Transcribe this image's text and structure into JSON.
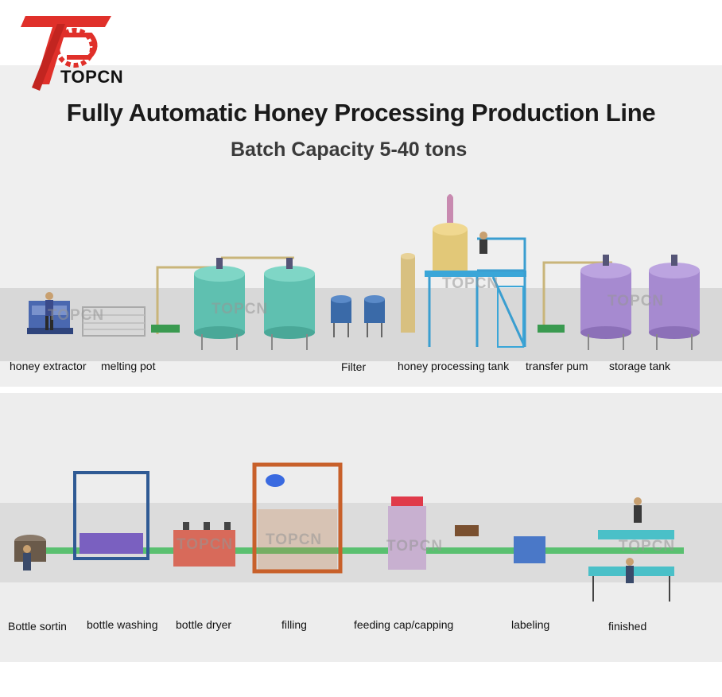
{
  "brand": {
    "name": "TOPCN",
    "primary_color": "#e0302a"
  },
  "header": {
    "title": "Fully Automatic Honey Processing Production Line",
    "subtitle": "Batch Capacity 5-40 tons"
  },
  "stage_top": {
    "labels": [
      "honey extractor",
      "melting pot",
      "Filter",
      "honey processing tank",
      "transfer pum",
      "storage tank"
    ]
  },
  "stage_bottom": {
    "labels": [
      "Bottle sortin",
      "bottle washing",
      "bottle dryer",
      "filling",
      "feeding cap/capping",
      "labeling",
      "finished"
    ]
  },
  "watermark_text": "TOPCN"
}
